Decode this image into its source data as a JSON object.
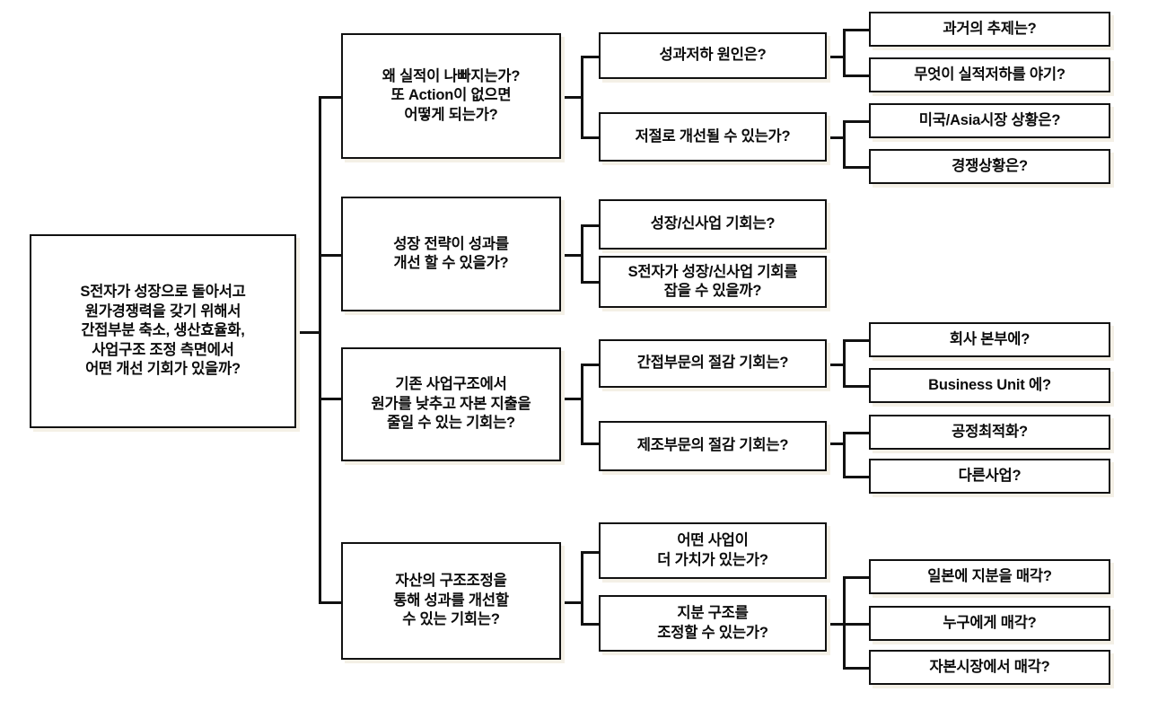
{
  "diagram": {
    "type": "issue-tree",
    "title_text": "S전자가 성장으로 돌아서고\n원가경쟁력을 갖기 위해서\n간접부분 축소, 생산효율화,\n사업구조 조정 측면에서\n어떤 개선 기회가 있을까?",
    "colors": {
      "background": "#ffffff",
      "box_fill": "#ffffff",
      "border": "#111111",
      "text": "#0b0b0b",
      "shadow": "#f4f0e6"
    },
    "root": {
      "label": "S전자가 성장으로 돌아서고\n원가경쟁력을 갖기 위해서\n간접부분 축소, 생산효율화,\n사업구조 조정 측면에서\n어떤 개선 기회가 있을까?"
    },
    "level2": [
      {
        "label": "왜 실적이 나빠지는가?\n또 Action이 없으면\n어떻게 되는가?"
      },
      {
        "label": "성장 전략이 성과를\n개선 할 수 있을가?"
      },
      {
        "label": "기존 사업구조에서\n원가를 낮추고 자본 지출을\n줄일 수 있는 기회는?"
      },
      {
        "label": "자산의 구조조정을\n통해 성과를 개선할\n수 있는 기회는?"
      }
    ],
    "level3": [
      {
        "label": "성과저하 원인은?"
      },
      {
        "label": "저절로 개선될 수 있는가?"
      },
      {
        "label": "성장/신사업 기회는?"
      },
      {
        "label": "S전자가 성장/신사업 기회를\n잡을 수 있을까?"
      },
      {
        "label": "간접부문의 절감 기회는?"
      },
      {
        "label": "제조부문의 절감 기회는?"
      },
      {
        "label": "어떤 사업이\n더 가치가 있는가?"
      },
      {
        "label": "지분 구조를\n조정할 수 있는가?"
      }
    ],
    "level4": [
      {
        "label": "과거의 추제는?"
      },
      {
        "label": "무엇이 실적저하를 야기?"
      },
      {
        "label": "미국/Asia시장 상황은?"
      },
      {
        "label": "경쟁상황은?"
      },
      {
        "label": "회사 본부에?"
      },
      {
        "label": "Business Unit 에?"
      },
      {
        "label": "공정최적화?"
      },
      {
        "label": "다른사업?"
      },
      {
        "label": "일본에 지분을 매각?"
      },
      {
        "label": "누구에게 매각?"
      },
      {
        "label": "자본시장에서 매각?"
      }
    ]
  }
}
